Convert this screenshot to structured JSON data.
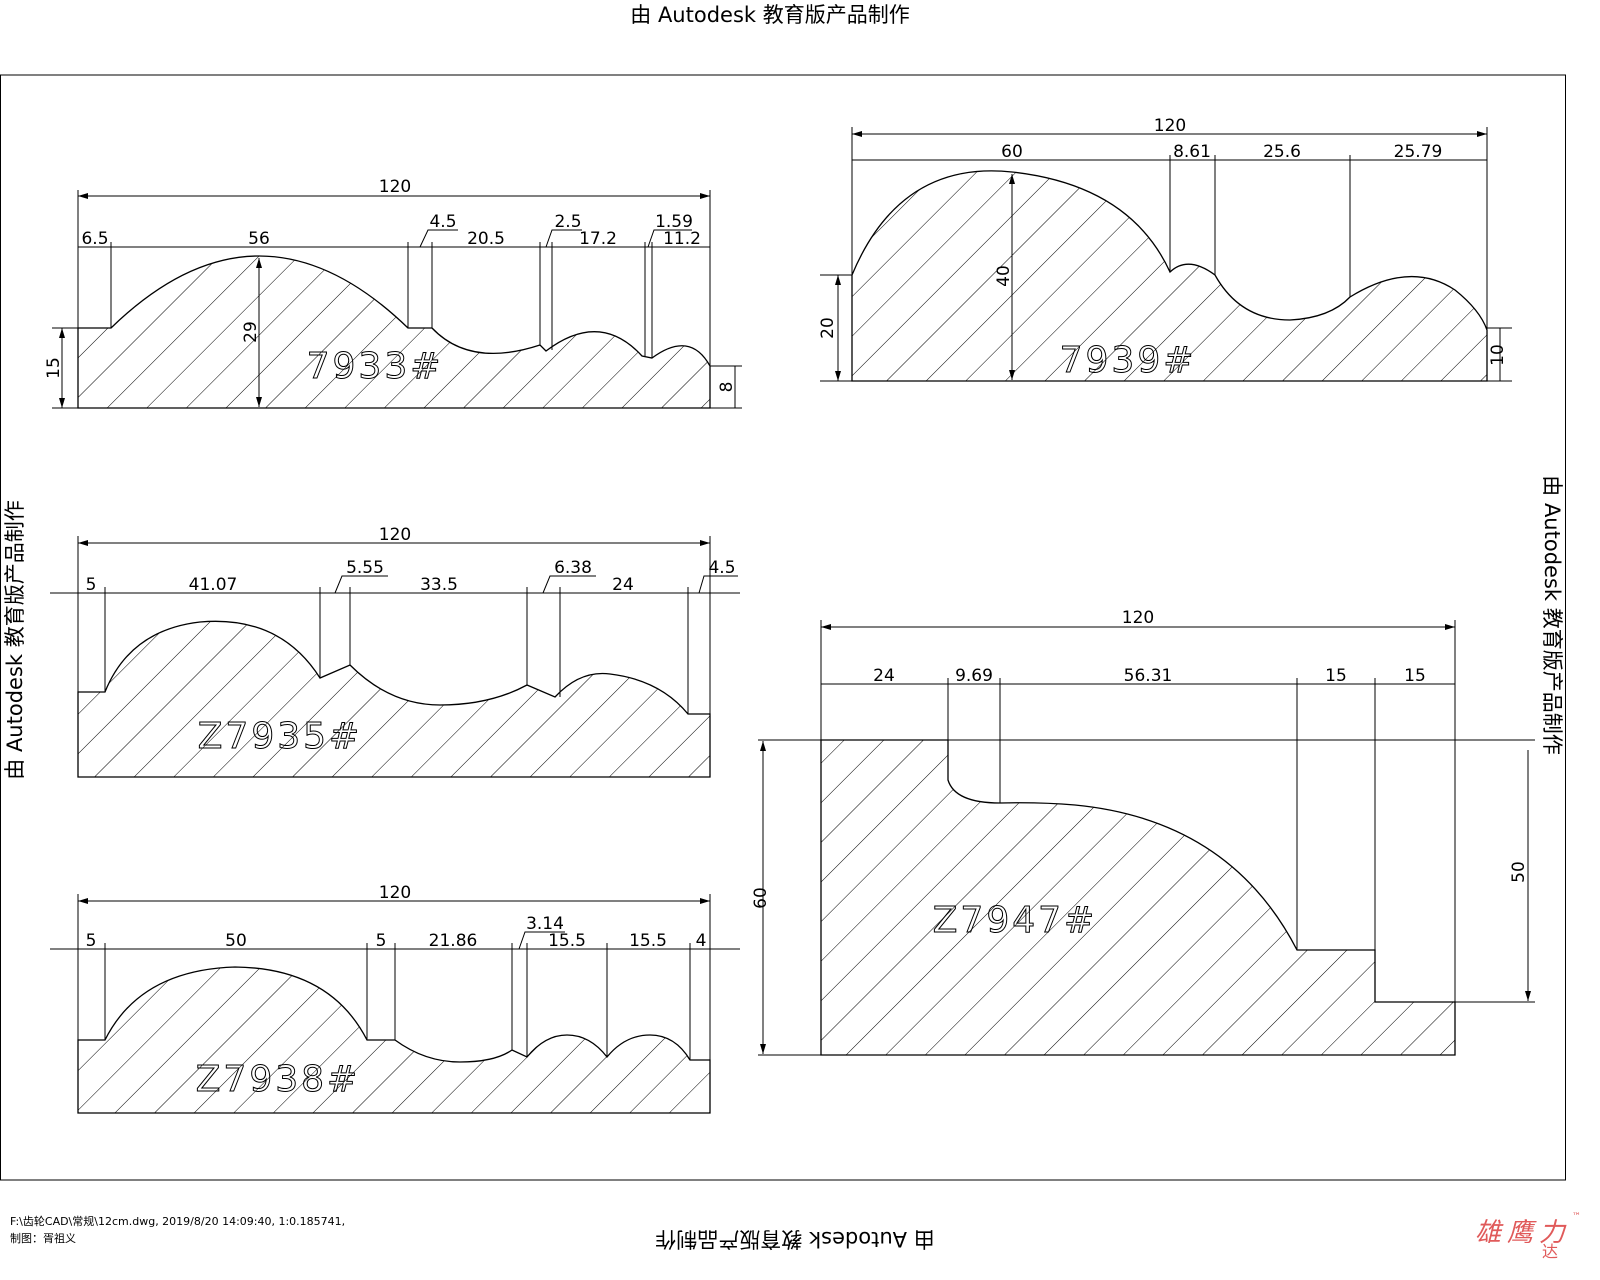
{
  "watermark": "由 Autodesk 教育版产品制作",
  "footer": {
    "path_line": "F:\\齿轮CAD\\常规\\12cm.dwg, 2019/8/20 14:09:40, 1:0.185741,",
    "author_line": "制图：胥祖义"
  },
  "logo": {
    "main": "雄鹰力",
    "sub": "达",
    "tm": "™"
  },
  "profiles": {
    "p7933": {
      "label": "7933#",
      "dims": [
        "120",
        "6.5",
        "56",
        "4.5",
        "20.5",
        "2.5",
        "17.2",
        "1.59",
        "11.2",
        "29",
        "15",
        "8"
      ]
    },
    "p7939": {
      "label": "7939#",
      "dims": [
        "120",
        "60",
        "8.61",
        "25.6",
        "25.79",
        "40",
        "20",
        "10"
      ]
    },
    "z7935": {
      "label": "Z7935#",
      "dims": [
        "120",
        "5",
        "41.07",
        "5.55",
        "33.5",
        "6.38",
        "24",
        "4.5"
      ]
    },
    "z7938": {
      "label": "Z7938#",
      "dims": [
        "120",
        "5",
        "50",
        "5",
        "21.86",
        "3.14",
        "15.5",
        "15.5",
        "4"
      ]
    },
    "z7947": {
      "label": "Z7947#",
      "dims": [
        "120",
        "24",
        "9.69",
        "56.31",
        "15",
        "15",
        "60",
        "50"
      ]
    }
  }
}
